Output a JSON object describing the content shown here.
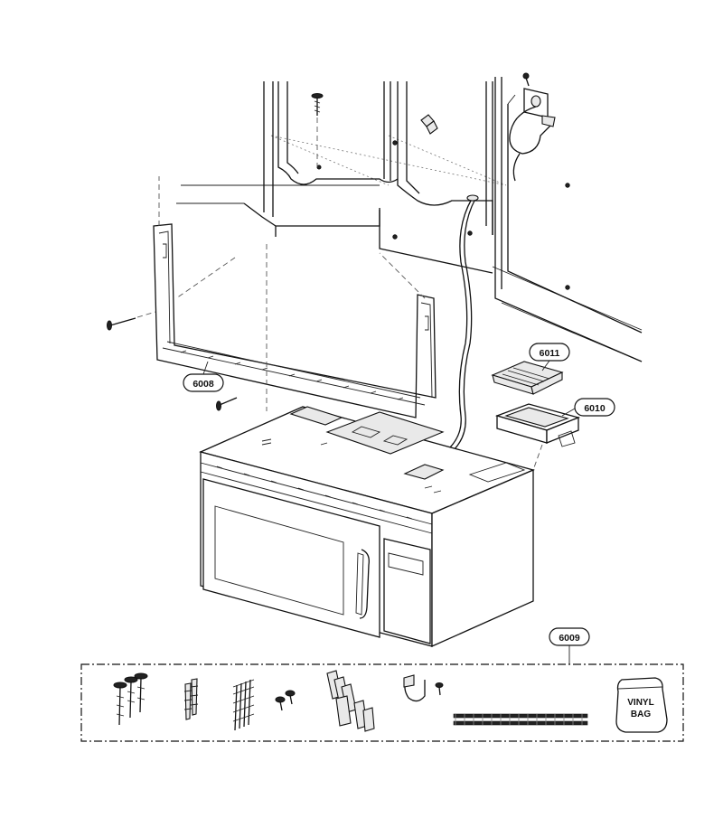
{
  "callouts": {
    "c6008": "6008",
    "c6009": "6009",
    "c6010": "6010",
    "c6011": "6011"
  },
  "bag": {
    "line1": "VINYL",
    "line2": "BAG"
  }
}
